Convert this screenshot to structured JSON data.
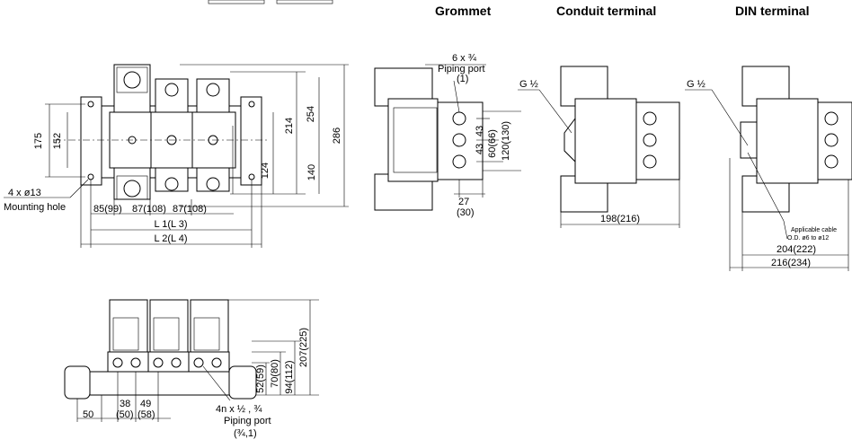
{
  "headers": {
    "grommet": "Grommet",
    "conduit": "Conduit terminal",
    "din": "DIN terminal"
  },
  "top_view": {
    "d175": "175",
    "d152": "152",
    "d214": "214",
    "d254": "254",
    "d286": "286",
    "d124": "124",
    "d140": "140",
    "hole_qty": "4 x ø13",
    "hole_label": "Mounting hole",
    "p1": "85(99)",
    "p2": "87(108)",
    "p3": "87(108)",
    "l1": "L 1(L 3)",
    "l2": "L 2(L 4)"
  },
  "grommet_view": {
    "port_qty": "6 x ¾",
    "port_label": "Piping port",
    "port_alt": "(1)",
    "d43a": "43",
    "d43b": "43",
    "d60": "60(66)",
    "d120": "120(130)",
    "d27": "27",
    "d30": "(30)"
  },
  "conduit_view": {
    "thread": "G ½",
    "d198": "198(216)"
  },
  "din_view": {
    "thread": "G ½",
    "cable1": "Applicable cable",
    "cable2": "O.D. ø6 to ø12",
    "d204": "204(222)",
    "d216": "216(234)"
  },
  "front_view": {
    "d207": "207(225)",
    "d52": "52(59)",
    "d70": "70(80)",
    "d94": "94(112)",
    "d50": "50",
    "d38": "38",
    "d38b": "(50)",
    "d49": "49",
    "d49b": "(58)",
    "port_qty": "4n x ½ , ¾",
    "port_label": "Piping port",
    "port_alt": "(¾,1)"
  },
  "top_tabs": [
    "",
    ""
  ]
}
